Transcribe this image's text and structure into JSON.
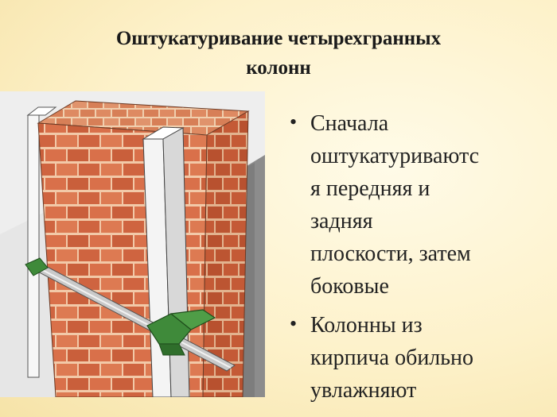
{
  "slide": {
    "title_line1": "Оштукатуривание четырехгранных",
    "title_line2": "колонн"
  },
  "bullets": [
    {
      "text": "Сначала\nоштукатуриваютс\nя передняя и\nзадняя\nплоскости, затем\nбоковые"
    },
    {
      "text": "Колонны из\nкирпича обильно\nувлажняют"
    }
  ],
  "icons": {
    "bullet": "•"
  },
  "colors": {
    "background": "#fdf1c9",
    "brick": "#d9704a",
    "mortar": "#f2c9a8",
    "wall": "#8c8c8c",
    "clamp": "#3f8a3a"
  }
}
